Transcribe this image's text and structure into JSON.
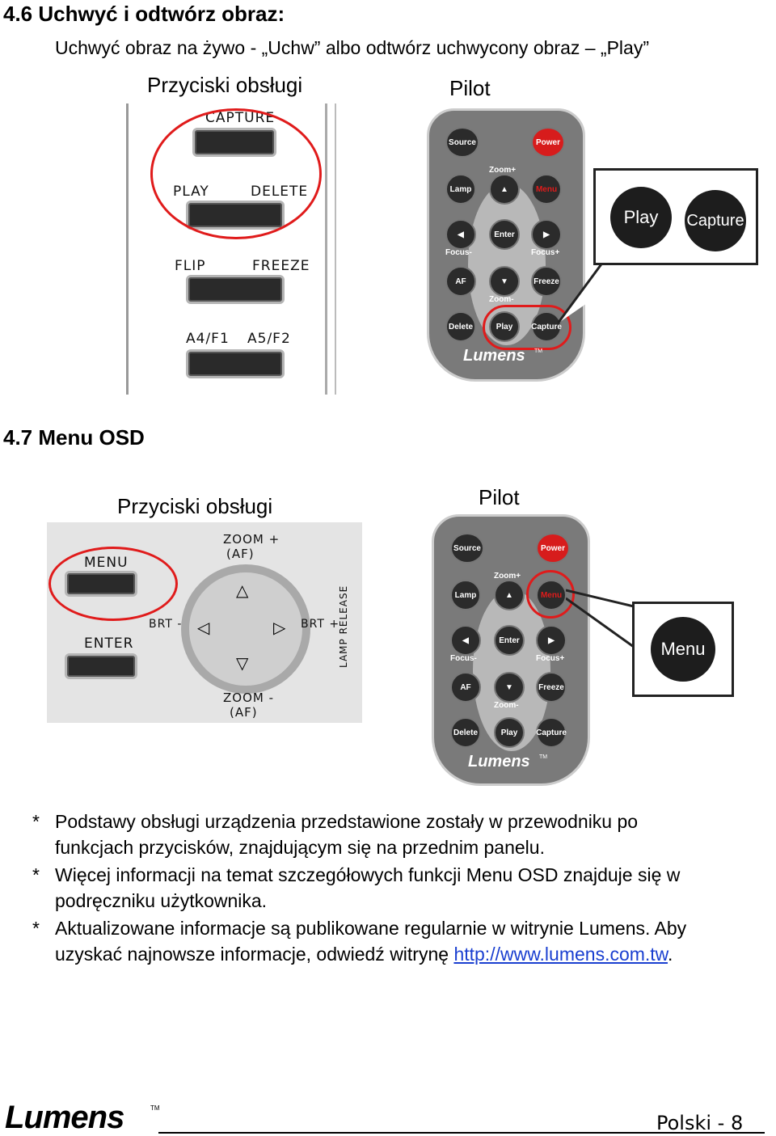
{
  "section1": {
    "heading": "4.6 Uchwyć i odtwórz obraz:",
    "subtitle": "Uchwyć obraz na żywo - „Uchw” albo odtwórz uchwycony obraz – „Play”",
    "caption_buttons": "Przyciski obsługi",
    "caption_remote": "Pilot",
    "panel_labels": [
      "CAPTURE",
      "PLAY",
      "DELETE",
      "FLIP",
      "FREEZE",
      "A4/F1",
      "A5/F2"
    ],
    "popup_buttons": [
      "Play",
      "Capture"
    ]
  },
  "section2": {
    "heading": "4.7 Menu OSD",
    "caption_buttons": "Przyciski obsługi",
    "caption_remote": "Pilot",
    "panel_labels": {
      "menu": "MENU",
      "enter": "ENTER",
      "zoom_plus": "ZOOM +",
      "af_top": "(AF)",
      "zoom_minus": "ZOOM -",
      "af_bottom": "(AF)",
      "brt_minus": "BRT -",
      "brt_plus": "BRT +",
      "lamp_release": "LAMP RELEASE"
    },
    "popup_buttons": [
      "Menu"
    ]
  },
  "remote": {
    "buttons": {
      "source": "Source",
      "power": "Power",
      "zoom_plus": "Zoom+",
      "lamp": "Lamp",
      "menu": "Menu",
      "enter": "Enter",
      "focus_minus": "Focus-",
      "focus_plus": "Focus+",
      "af": "AF",
      "freeze": "Freeze",
      "zoom_minus": "Zoom-",
      "delete": "Delete",
      "play": "Play",
      "capture": "Capture"
    },
    "brand": "Lumens",
    "tm": "TM"
  },
  "notes": [
    {
      "bullet": "*",
      "line1": "Podstawy obsługi urządzenia przedstawione zostały w przewodniku po",
      "line2": "funkcjach przycisków, znajdującym się na przednim panelu."
    },
    {
      "bullet": "*",
      "line1": "Więcej informacji na temat szczegółowych funkcji Menu OSD znajduje się w",
      "line2": "podręczniku użytkownika."
    },
    {
      "bullet": "*",
      "line1": "Aktualizowane informacje są publikowane regularnie w witrynie Lumens. Aby",
      "line2_prefix": "uzyskać najnowsze informacje, odwiedź witrynę ",
      "link": "http://www.lumens.com.tw",
      "line2_suffix": "."
    }
  ],
  "footer": {
    "brand": "Lumens",
    "tm": "TM",
    "page_label": "Polski - 8"
  },
  "colors": {
    "highlight_red": "#e01b1b",
    "remote_body": "#7a7a7a",
    "power_red": "#d71c1c",
    "link_blue": "#1a3fd0"
  }
}
